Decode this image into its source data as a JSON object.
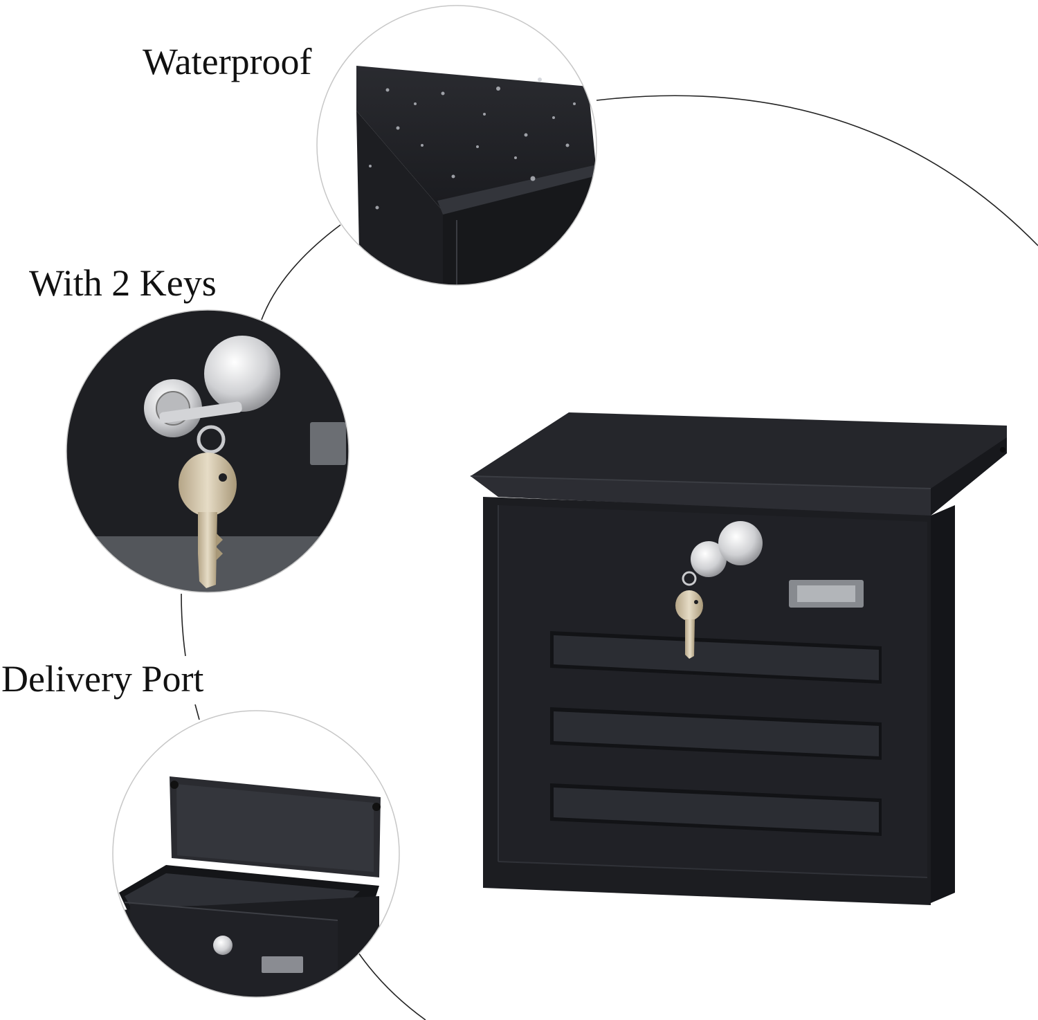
{
  "features": {
    "waterproof": "Waterproof",
    "keys": "With 2 Keys",
    "delivery_port": "Delivery Port"
  },
  "colors": {
    "background": "#ffffff",
    "mailbox_body": "#1c1d21",
    "chrome": "#d9dadc",
    "key_brass": "#c9b79a"
  }
}
